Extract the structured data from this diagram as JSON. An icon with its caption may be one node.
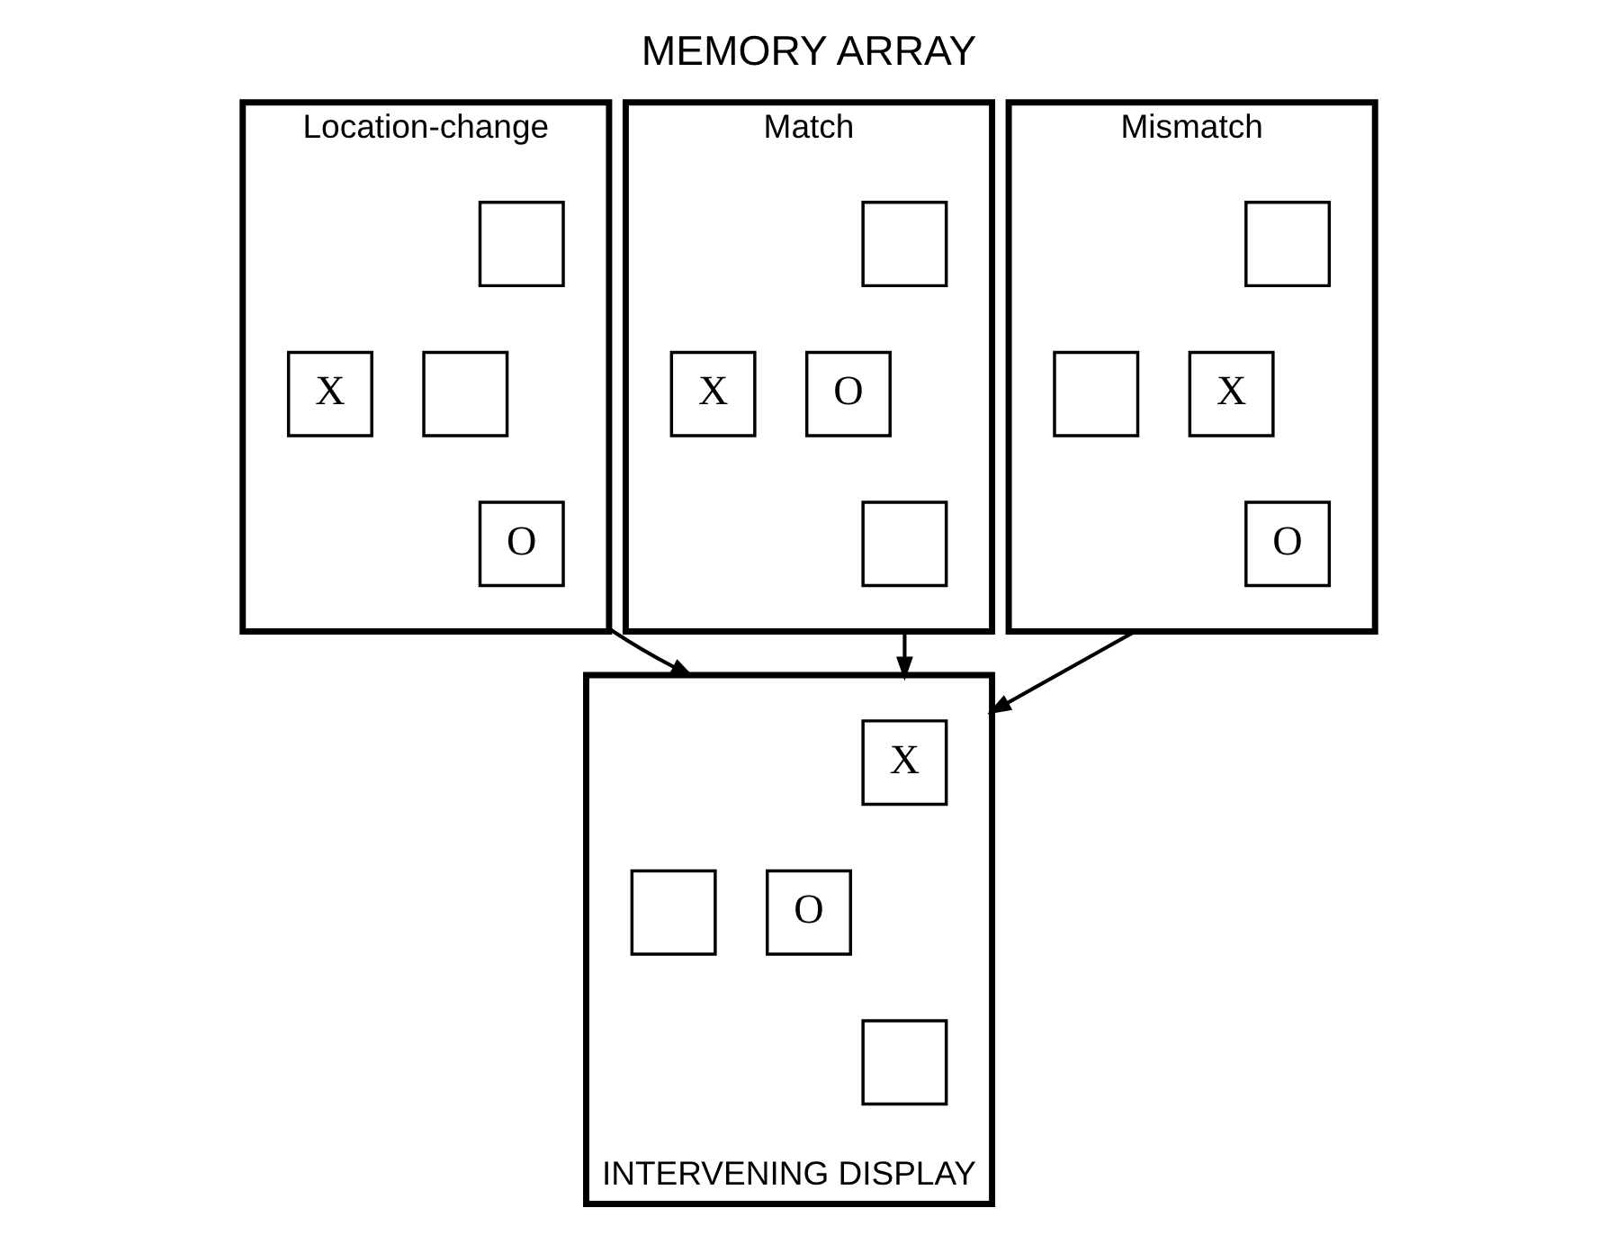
{
  "diagram": {
    "title": "MEMORY ARRAY",
    "nodes": [
      {
        "text": [
          "Location-change"
        ]
      },
      {
        "text": [],
        "shape": "box",
        "in": 0
      },
      {
        "text": [
          "X"
        ],
        "in": 0
      },
      {
        "text": [],
        "shape": "box",
        "in": 0
      },
      {
        "text": [
          "O"
        ],
        "in": 0
      },
      {
        "text": [
          "Match"
        ]
      },
      {
        "text": [],
        "shape": "box",
        "in": 5
      },
      {
        "text": [
          "X"
        ],
        "in": 5
      },
      {
        "text": [
          "O"
        ],
        "in": 5
      },
      {
        "text": [],
        "shape": "box",
        "in": 5
      },
      {
        "text": [
          "Mismatch"
        ]
      },
      {
        "text": [],
        "shape": "box",
        "in": 10
      },
      {
        "text": [],
        "shape": "box",
        "in": 10
      },
      {
        "text": [
          "X"
        ],
        "in": 10
      },
      {
        "text": [
          "O"
        ],
        "in": 10
      },
      {
        "text": [
          "INTERVENING DISPLAY"
        ]
      },
      {
        "text": [
          "X"
        ],
        "in": 15
      },
      {
        "text": [],
        "shape": "box",
        "in": 15
      },
      {
        "text": [
          "O"
        ],
        "in": 15
      },
      {
        "text": [],
        "shape": "box",
        "in": 15
      }
    ],
    "edges": [
      {
        "from": 0,
        "to": 15,
        "arrow": "to"
      },
      {
        "from": 5,
        "to": 15,
        "arrow": "to"
      },
      {
        "from": 10,
        "to": 15,
        "arrow": "to"
      }
    ]
  }
}
